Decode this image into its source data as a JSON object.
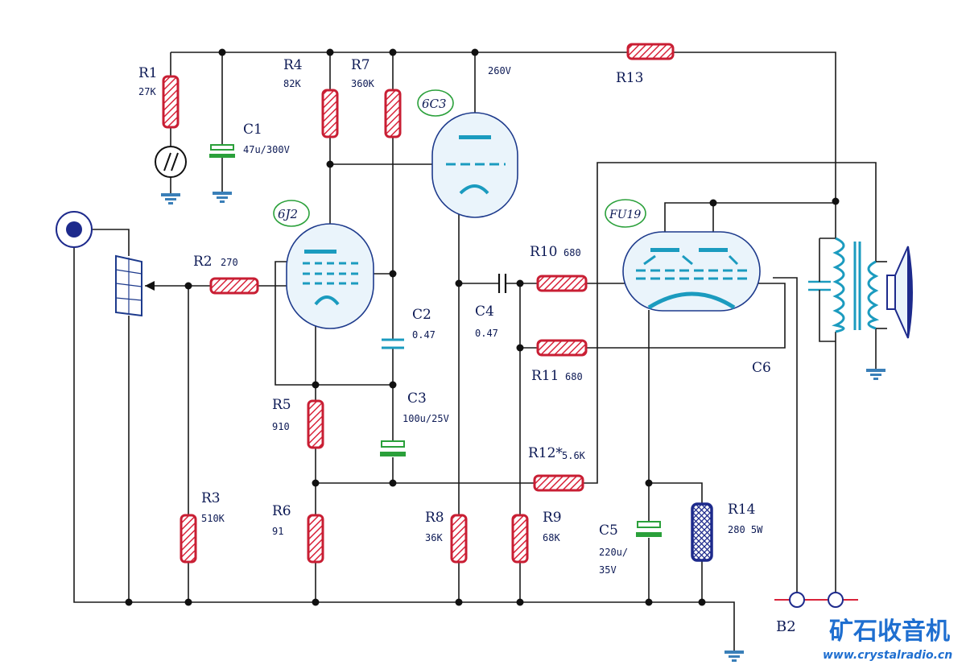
{
  "labels": {
    "R1": "R1",
    "R1_val": "27K",
    "C1": "C1",
    "C1_val": "47u/300V",
    "R4": "R4",
    "R4_val": "82K",
    "R7": "R7",
    "R7_val": "360K",
    "tube_6C3": "6C3",
    "v260": "260V",
    "R13": "R13",
    "tube_6J2": "6J2",
    "R2": "R2",
    "R2_val": "270",
    "C2": "C2",
    "C2_val": "0.47",
    "C4": "C4",
    "C4_val": "0.47",
    "R10": "R10",
    "R10_val": "680",
    "R11": "R11",
    "R11_val": "680",
    "tube_FU19": "FU19",
    "C6": "C6",
    "R5": "R5",
    "R5_val": "910",
    "C3": "C3",
    "C3_val": "100u/25V",
    "R12": "R12*",
    "R12_val": "5.6K",
    "R3": "R3",
    "R3_val": "510K",
    "R6": "R6",
    "R6_val": "91",
    "R8": "R8",
    "R8_val": "36K",
    "R9": "R9",
    "R9_val": "68K",
    "C5": "C5",
    "C5_val1": "220u/",
    "C5_val2": "35V",
    "R14": "R14",
    "R14_val": "280 5W",
    "B2": "B2"
  },
  "watermark": {
    "brand": "矿石收音机",
    "site": "www.crystalradio.cn"
  },
  "colors": {
    "wire": "#1a1a1a",
    "resistor": "#d9233a",
    "resistor_power": "#1d2a8c",
    "capacitor": "#2aa03a",
    "tube_glass": "#eaf4fb",
    "tube_element": "#1b9bbf",
    "ground": "#3a7fb8",
    "brand": "#1f6fd0"
  }
}
